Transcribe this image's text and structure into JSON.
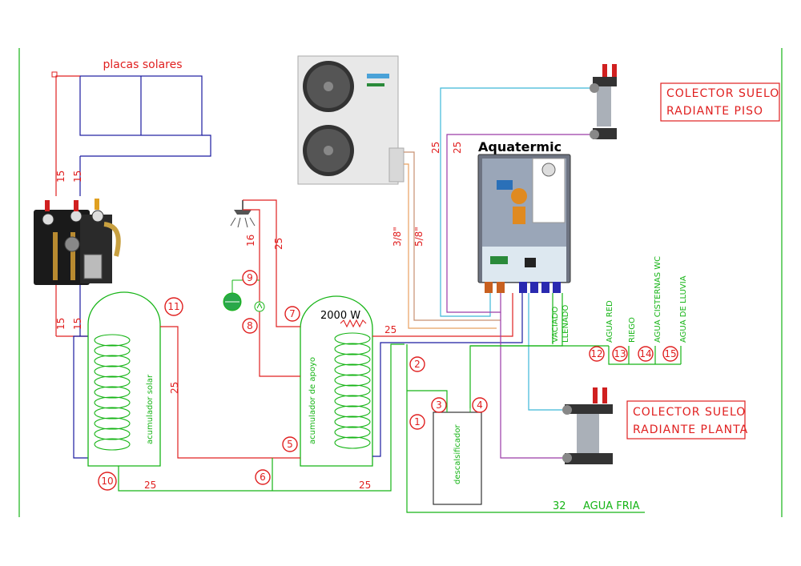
{
  "labels": {
    "solar_panels": "placas solares",
    "brand": "Aquatermic",
    "heater_power": "2000 W",
    "tank_solar": "acumulador solar",
    "tank_support": "acumulador de apoyo",
    "softener": "descalsificador",
    "collector_floor": [
      "COLECTOR SUELO",
      "RADIANTE PISO"
    ],
    "collector_ground": [
      "COLECTOR SUELO",
      "RADIANTE PLANTA"
    ],
    "cold_water": "AGUA FRIA",
    "drain": "VACIADO",
    "fill": "LLENADO",
    "mains_water": "AGUA RED",
    "irrigation": "RIEGO",
    "toilet_cisterns": "AGUA CISTERNAS WC",
    "rainwater": "AGUA DE LLUVIA"
  },
  "pipe_sizes": {
    "solar_supply_top": "15",
    "solar_return_top": "15",
    "solar_supply_bottom": "15",
    "solar_return_bottom": "15",
    "shower": "16",
    "hot_supply": "25",
    "solar_link": "25",
    "bottom_link_left": "25",
    "bottom_link_right": "25",
    "heat_exchange": "25",
    "refrigerant_liquid": "3/8\"",
    "refrigerant_gas": "5/8\"",
    "floor_supply": "25",
    "floor_return": "25",
    "cold_main": "32"
  },
  "valve_numbers": [
    "1",
    "2",
    "3",
    "4",
    "5",
    "6",
    "7",
    "8",
    "9",
    "10",
    "11",
    "12",
    "13",
    "14",
    "15"
  ],
  "colors": {
    "red": "#e02020",
    "green": "#16b416",
    "blue": "#1a1aa0",
    "cyan": "#3cb8d8",
    "purple": "#9a3aa8",
    "orange": "#e8a060",
    "tan": "#c89070"
  }
}
